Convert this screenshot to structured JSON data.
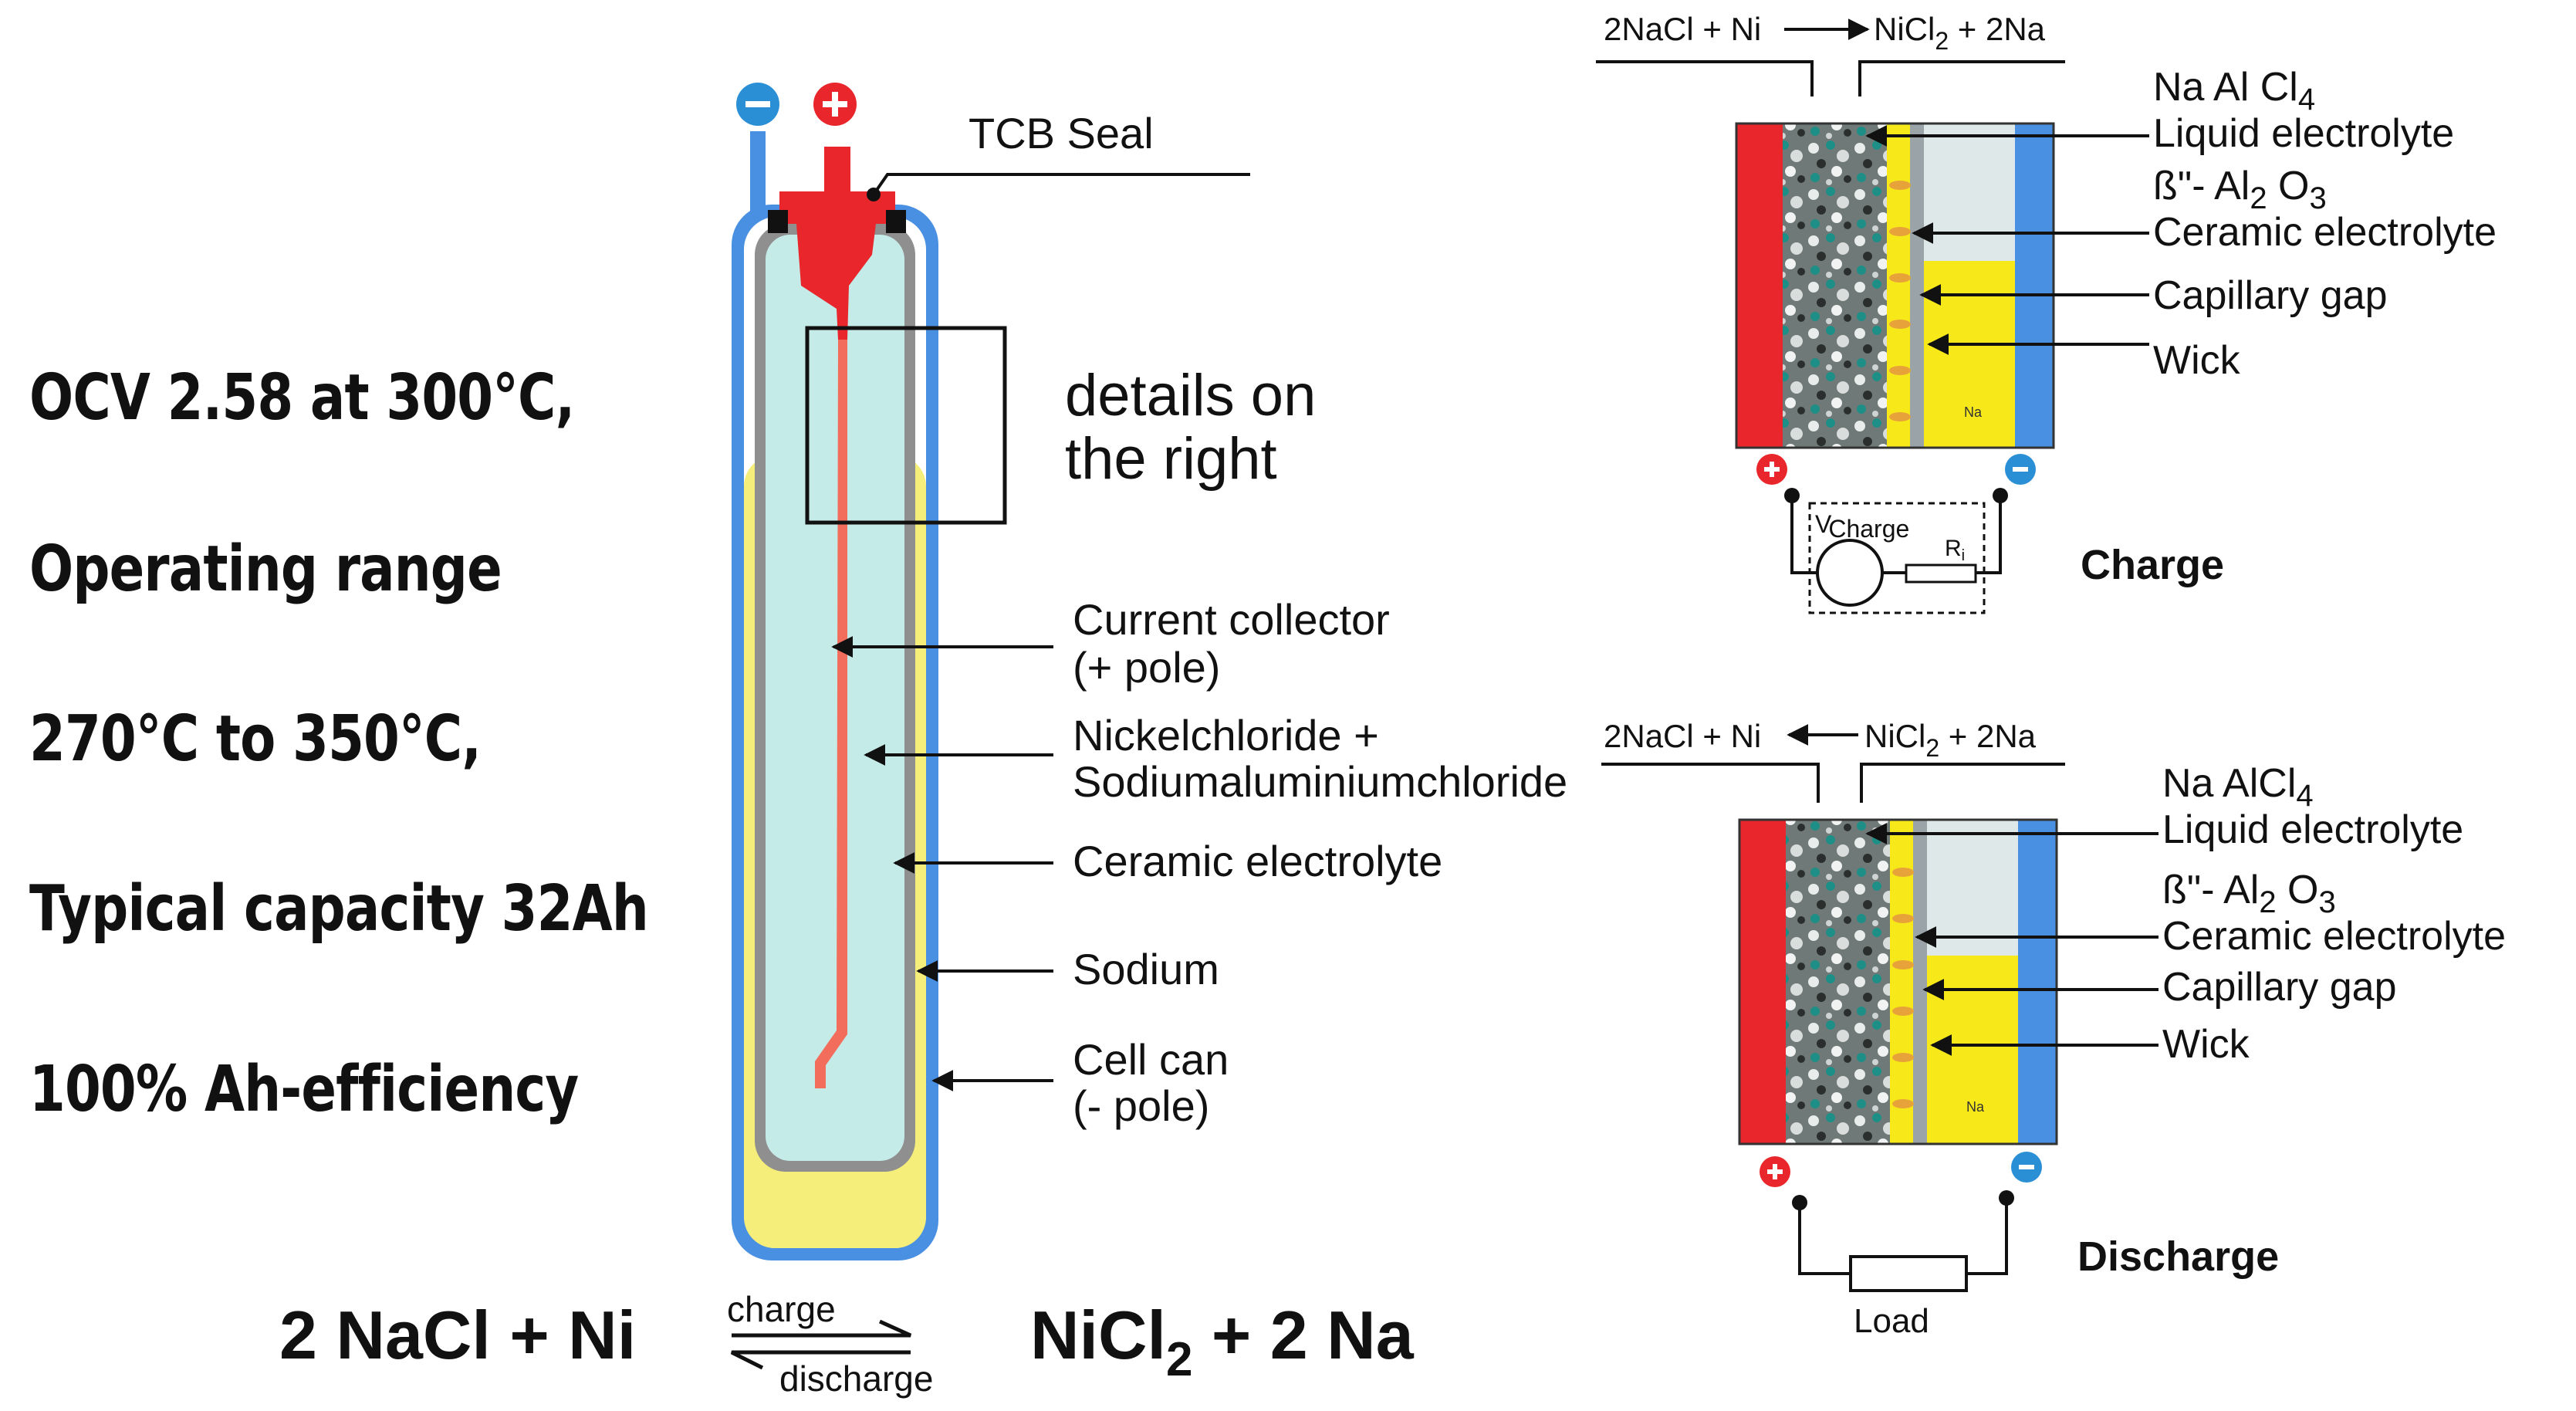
{
  "stats": [
    "OCV 2.58   at 300°C,",
    "Operating range",
    "270°C to 350°C,",
    "Typical capacity 32Ah",
    "100%  Ah-efficiency"
  ],
  "cell_labels": {
    "tcb_seal": "TCB  Seal",
    "details_1": "details on",
    "details_2": "the  right",
    "current_collector_1": "Current collector",
    "current_collector_2": "(+ pole)",
    "nickelchloride_1": "Nickelchloride +",
    "nickelchloride_2": "Sodiumaluminiumchloride",
    "ceramic_electrolyte": "Ceramic electrolyte",
    "sodium": "Sodium",
    "cell_can_1": "Cell can",
    "cell_can_2": "(- pole)"
  },
  "equation": {
    "left": "2 NaCl + Ni",
    "charge": "charge",
    "discharge": "discharge",
    "right_main": "NiCl",
    "right_sub": "2",
    "right_tail": " + 2 Na"
  },
  "charge_panel": {
    "reaction_left": "2NaCl + Ni",
    "reaction_right_main": "NiCl",
    "reaction_right_sub": "2",
    "reaction_right_tail": " + 2Na",
    "labels": {
      "naalcl4": "Na Al Cl",
      "naalcl4_sub": "4",
      "liquid": "Liquid electrolyte",
      "beta_1": "ß\"- Al",
      "beta_sub1": "2",
      "beta_2": " O",
      "beta_sub2": "3",
      "ceramic": "Ceramic electrolyte",
      "capillary": "Capillary gap",
      "wick": "Wick"
    },
    "na_text": "Na",
    "v_label": "V",
    "v_sub": "Charge",
    "r_label": "R",
    "r_sub": "i",
    "title": "Charge"
  },
  "discharge_panel": {
    "reaction_left": "2NaCl + Ni",
    "reaction_right_main": "NiCl",
    "reaction_right_sub": "2",
    "reaction_right_tail": " + 2Na",
    "labels": {
      "naalcl4": "Na AlCl",
      "naalcl4_sub": "4",
      "liquid": "Liquid electrolyte",
      "beta_1": "ß\"- Al",
      "beta_sub1": "2",
      "beta_2": " O",
      "beta_sub2": "3",
      "ceramic": "Ceramic electrolyte",
      "capillary": "Capillary gap",
      "wick": "Wick"
    },
    "na_text": "Na",
    "load": "Load",
    "title": "Discharge"
  },
  "terminals": {
    "plus": "+",
    "minus": "−"
  },
  "colors": {
    "can_blue": "#4a90e2",
    "red": "#e8262b",
    "collector": "#f26d5b",
    "fill_cyan": "#c5ebe8",
    "sodium_yellow": "#f5ee7a",
    "yellow_bright": "#f7e919",
    "grey": "#8f8f8f"
  }
}
